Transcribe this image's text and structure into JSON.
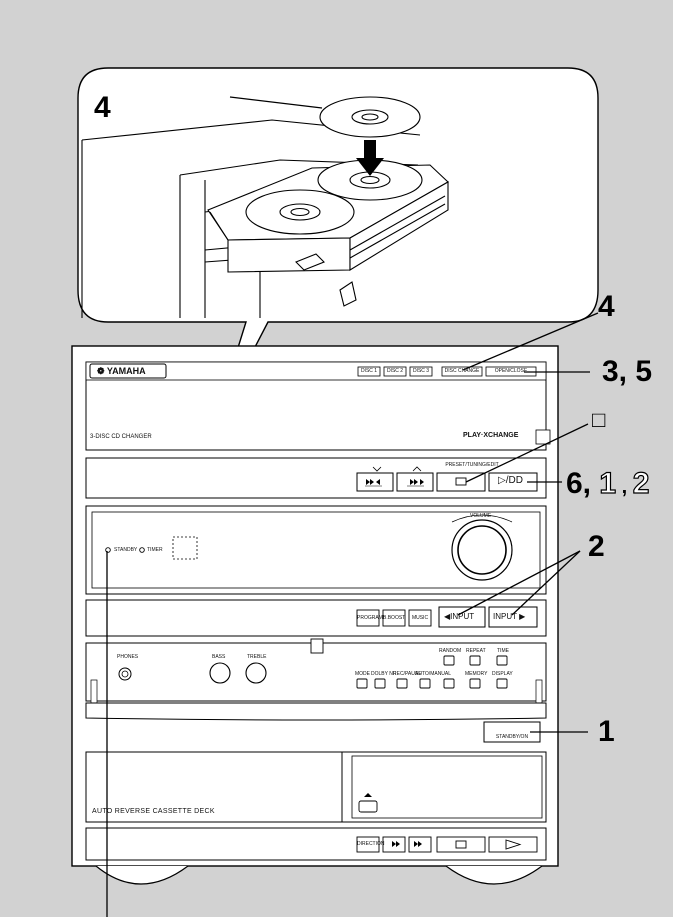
{
  "callouts": {
    "load_disc": "4",
    "disc_change": "4",
    "open_close": "3, 5",
    "stop": "□",
    "play_pause_prefix": "6, ",
    "play_pause_step1": "1",
    "play_pause_sep": " , ",
    "play_pause_step2": "2",
    "input": "2",
    "standby": "1"
  },
  "brand": "YAMAHA",
  "cd_changer": {
    "disc_buttons": [
      "DISC 1",
      "DISC 2",
      "DISC 3"
    ],
    "disc_change_label": "DISC CHANGE",
    "open_close_label": "OPEN/CLOSE",
    "model_label": "3-DISC CD CHANGER",
    "logo_text": "PLAY·XCHANGE"
  },
  "transport": {
    "section_label": "PRESET/TUNING/EDIT",
    "play_label": "▷/DD",
    "stop_label": "□"
  },
  "amplifier": {
    "standby_label": "STANDBY",
    "timer_label": "TIMER",
    "volume_label": "VOLUME",
    "input_prev": "◀INPUT",
    "input_next": "INPUT ▶",
    "program_label": "PROGRAM",
    "bass_boost_label": "B.BOOST",
    "music_label": "MUSIC"
  },
  "control_panel": {
    "phones_label": "PHONES",
    "bass_label": "BASS",
    "treble_label": "TREBLE",
    "mode_label": "MODE",
    "dolby_label": "DOLBY NR",
    "rec_pause_label": "REC/PAUSE",
    "auto_manual_label": "AUTO/MANUAL",
    "random_label": "RANDOM",
    "repeat_label": "REPEAT",
    "time_label": "TIME",
    "memory_label": "MEMORY",
    "display_label": "DISPLAY",
    "standby_on_label": "STANDBY/ON"
  },
  "cassette": {
    "deck_label": "AUTO REVERSE CASSETTE DECK",
    "direction_label": "DIRECTION"
  },
  "colors": {
    "background": "#d2d2d2",
    "panel": "#ffffff",
    "line": "#000000"
  }
}
